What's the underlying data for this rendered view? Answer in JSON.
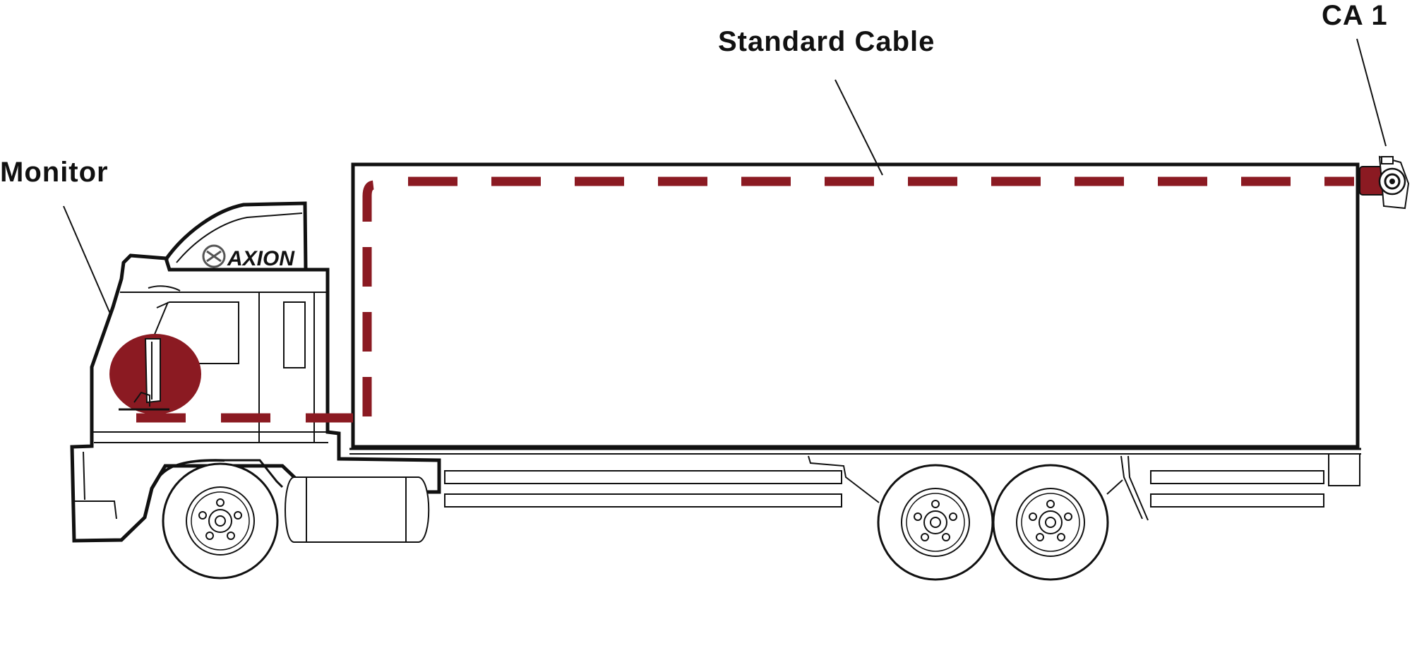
{
  "labels": {
    "monitor": "Monitor",
    "standard_cable": "Standard Cable",
    "camera": "CA 1"
  },
  "brand": {
    "name": "AXION"
  },
  "colors": {
    "cable": "#8b1a22",
    "outline": "#111111",
    "background": "#ffffff"
  },
  "icons": {
    "vehicle": "box-truck-icon",
    "monitor": "monitor-icon",
    "camera": "camera-icon",
    "brand_logo": "axion-logo-icon"
  }
}
